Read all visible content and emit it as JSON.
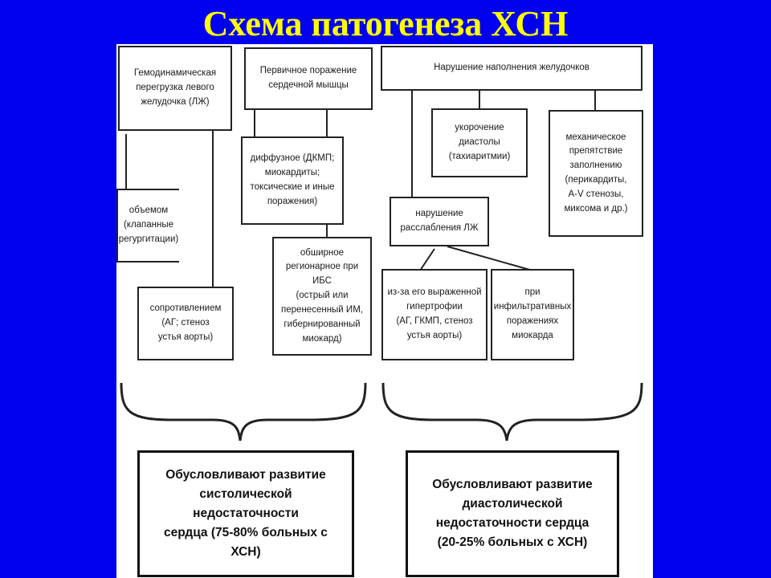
{
  "title": "Схема патогенеза ХСН",
  "boxes": {
    "hemodynamic_overload": "Гемодинамическая\nперегрузка левого\nжелудочка (ЛЖ)",
    "primary_lesion": "Первичное поражение\nсердечной мышцы",
    "filling_disorder": "Нарушение наполнения желудочков",
    "diffuse": "диффузное (ДКМП;\nмиокардиты;\nтоксические и иные\nпоражения)",
    "diastole_shortening": "укорочение\nдиастолы\n(тахиаритмии)",
    "mechanical_obstruction": "механическое\nпрепятствие\nзаполнению\n(перикардиты,\nA-V стенозы,\nмиксома и др.)",
    "volume": "объемом\n(клапанные\nрегургитации)",
    "relaxation_disorder": "нарушение\nрасслабления ЛЖ",
    "extensive_regional": "обширное\nрегионарное при ИБС\n(острый или\nперенесенный ИМ,\nгибернированный\nмиокард)",
    "resistance": "сопротивлением\n(АГ; стеноз\nустья аорты)",
    "hypertrophy": "из-за его выраженной\nгипертрофии\n(АГ, ГКМП, стеноз\nустья аорты)",
    "infiltrative": "при\nинфильтративных\nпоражениях\nмиокарда",
    "systolic_result": "Обусловливают развитие\nсистолической недостаточности\nсердца (75-80% больных с ХСН)",
    "diastolic_result": "Обусловливают развитие\nдиастолической\nнедостаточности сердца\n(20-25% больных с ХСН)"
  },
  "colors": {
    "background": "#0000ee",
    "title": "#ffff00",
    "panel": "#ffffff",
    "ink": "#1a1a1a"
  }
}
